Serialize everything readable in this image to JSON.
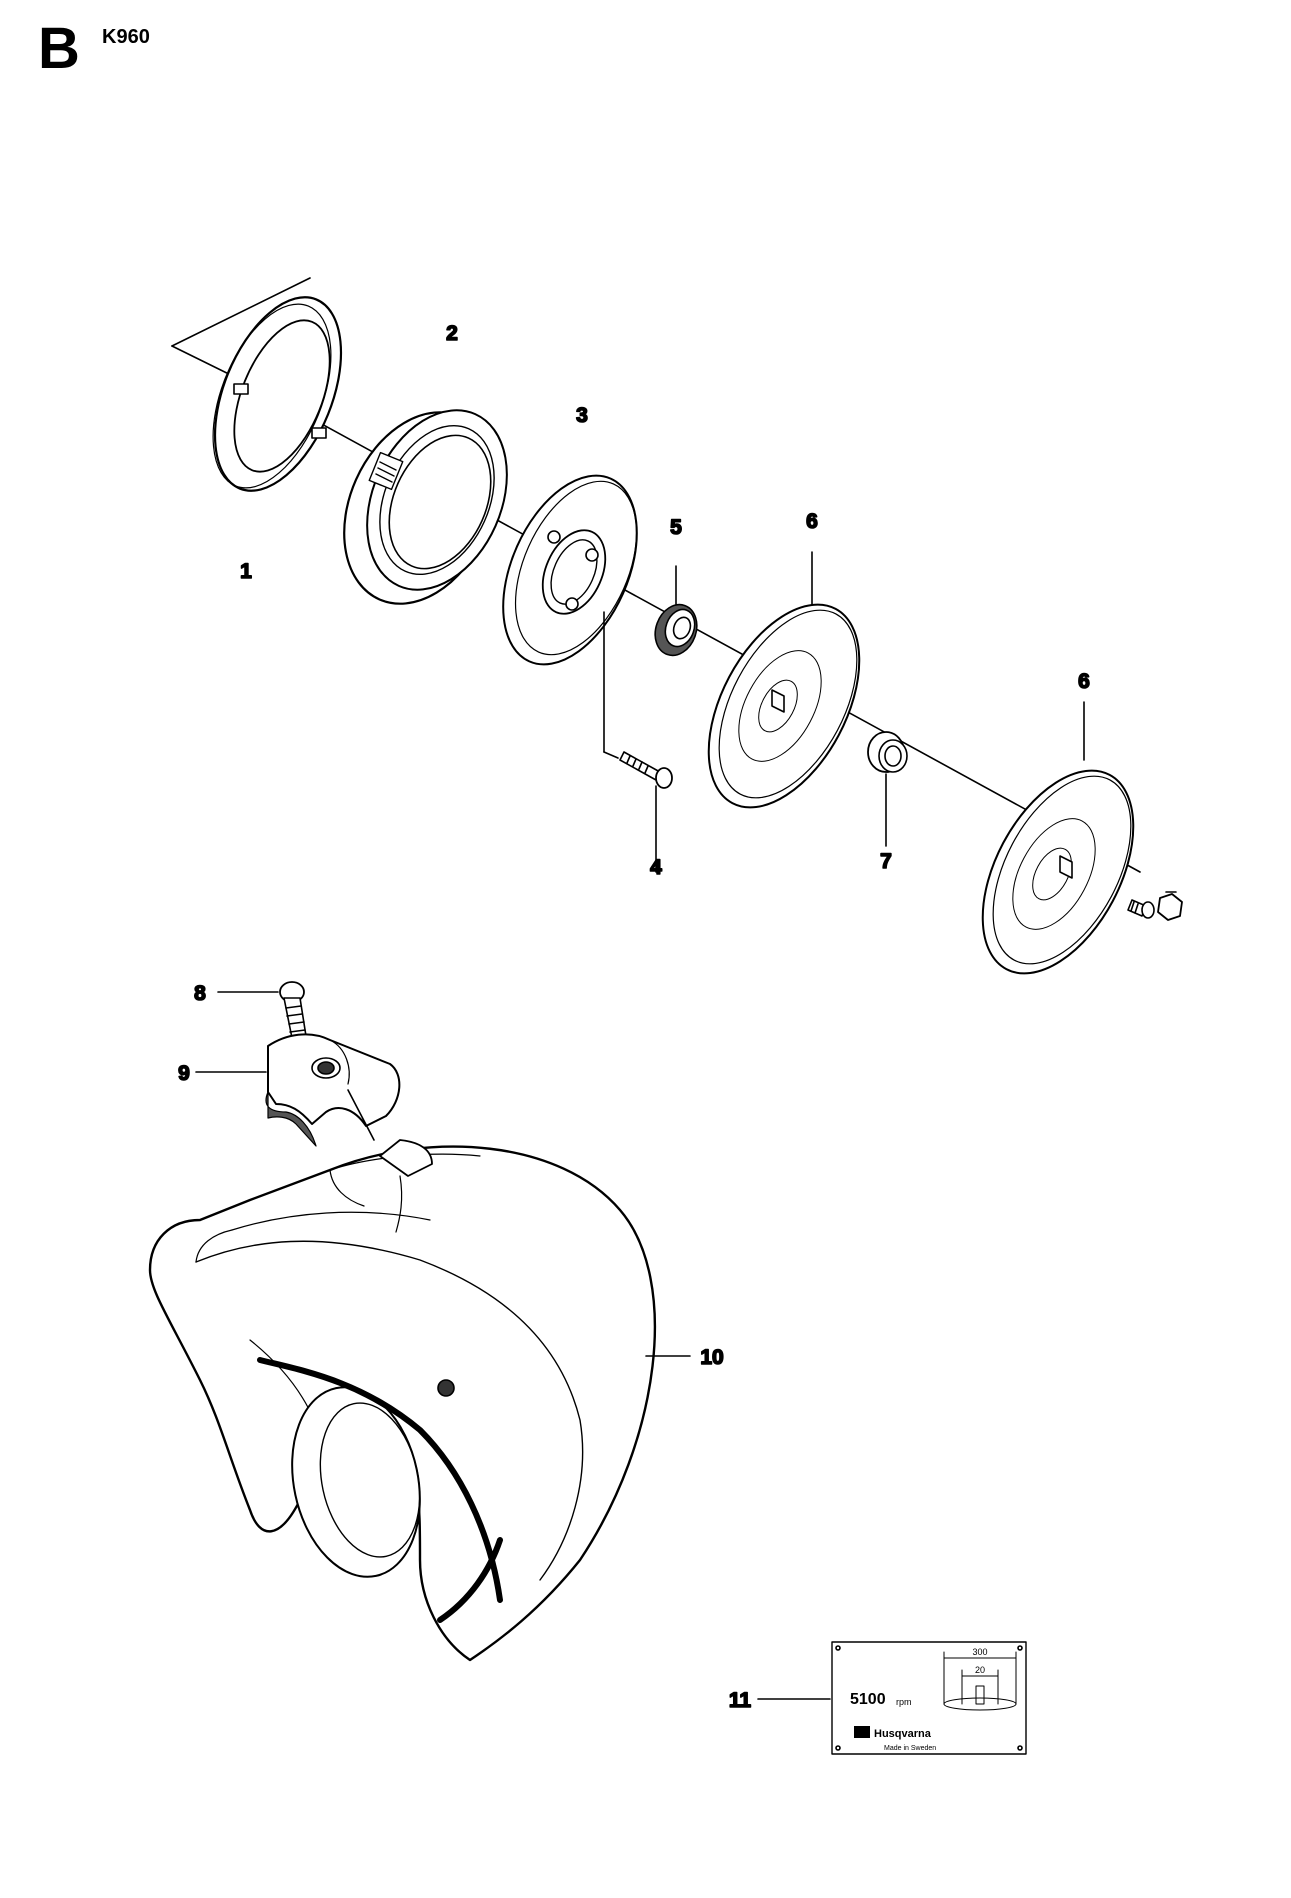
{
  "header": {
    "section_letter": "B",
    "model": "K960"
  },
  "callouts": [
    "1",
    "2",
    "3",
    "4",
    "5",
    "6",
    "6",
    "7",
    "8",
    "9",
    "10",
    "11"
  ],
  "decal": {
    "speed_value": "5100",
    "speed_unit": "rpm",
    "outer_dimension": "300",
    "inner_dimension": "20",
    "brand": "Husqvarna",
    "made_in": "Made in Sweden"
  }
}
